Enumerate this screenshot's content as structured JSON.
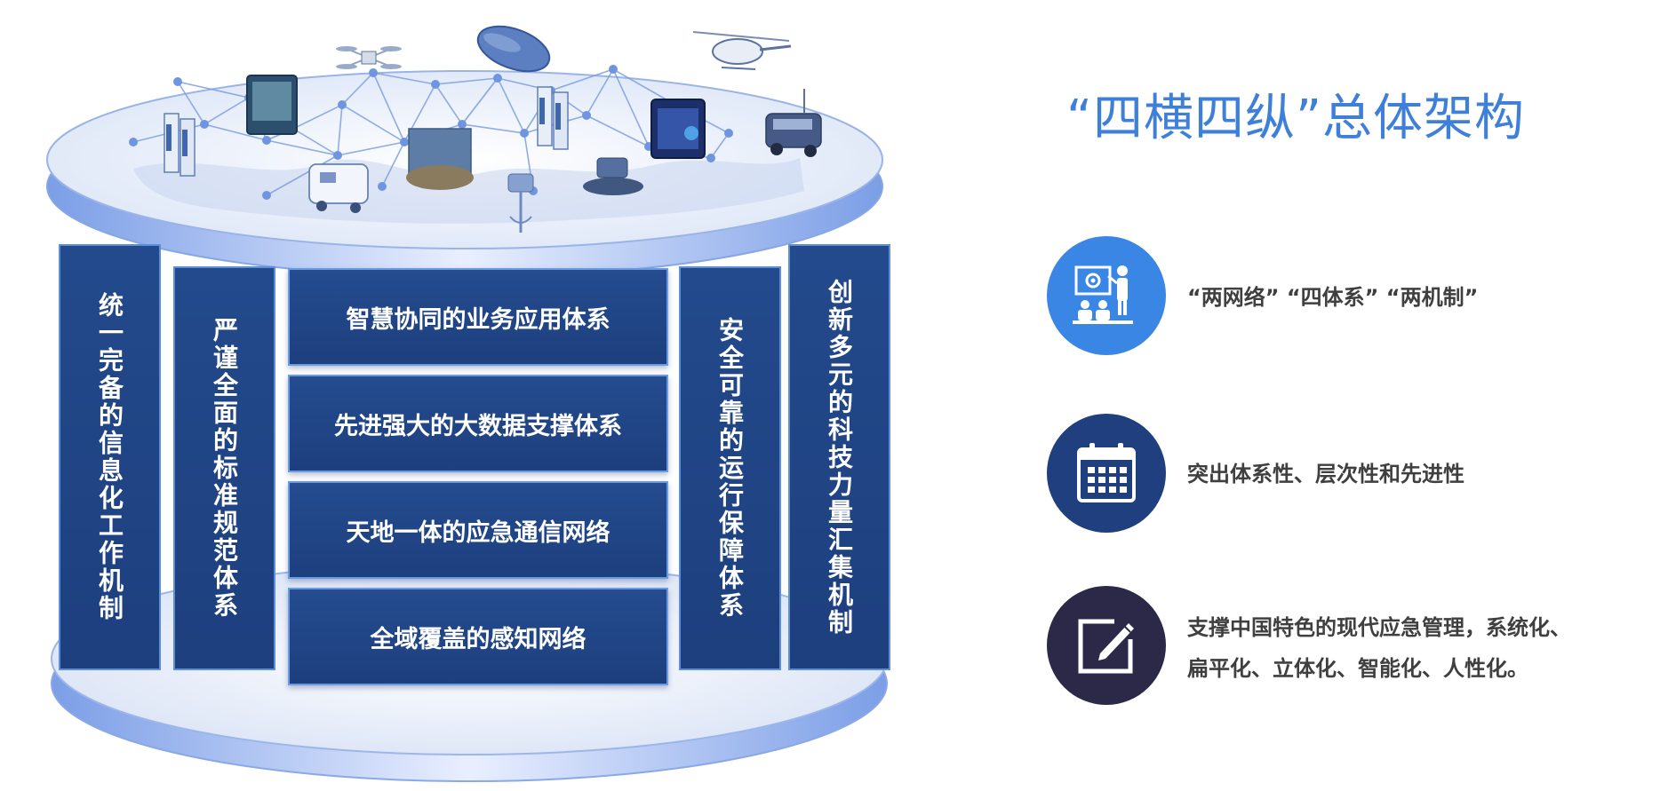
{
  "title": "“四横四纵”总体架构",
  "columns": [
    {
      "text": "统一完备的信息化工作机制"
    },
    {
      "text": "严谨全面的标准规范体系"
    },
    {
      "text": "安全可靠的运行保障体系"
    },
    {
      "text": "创新多元的科技力量汇集机制"
    }
  ],
  "layers": [
    {
      "text": "智慧协同的业务应用体系"
    },
    {
      "text": "先进强大的大数据支撑体系"
    },
    {
      "text": "天地一体的应急通信网络"
    },
    {
      "text": "全域覆盖的感知网络"
    }
  ],
  "features": [
    {
      "icon": "presentation-icon",
      "color": "#3a86e4",
      "lines": [
        "“两网络” “四体系” “两机制”"
      ]
    },
    {
      "icon": "calendar-icon",
      "color": "#1f3f7e",
      "lines": [
        "突出体系性、层次性和先进性"
      ]
    },
    {
      "icon": "edit-icon",
      "color": "#2b2848",
      "lines": [
        "支撑中国特色的现代应急管理，系统化、",
        "扁平化、立体化、智能化、人性化。"
      ]
    }
  ]
}
